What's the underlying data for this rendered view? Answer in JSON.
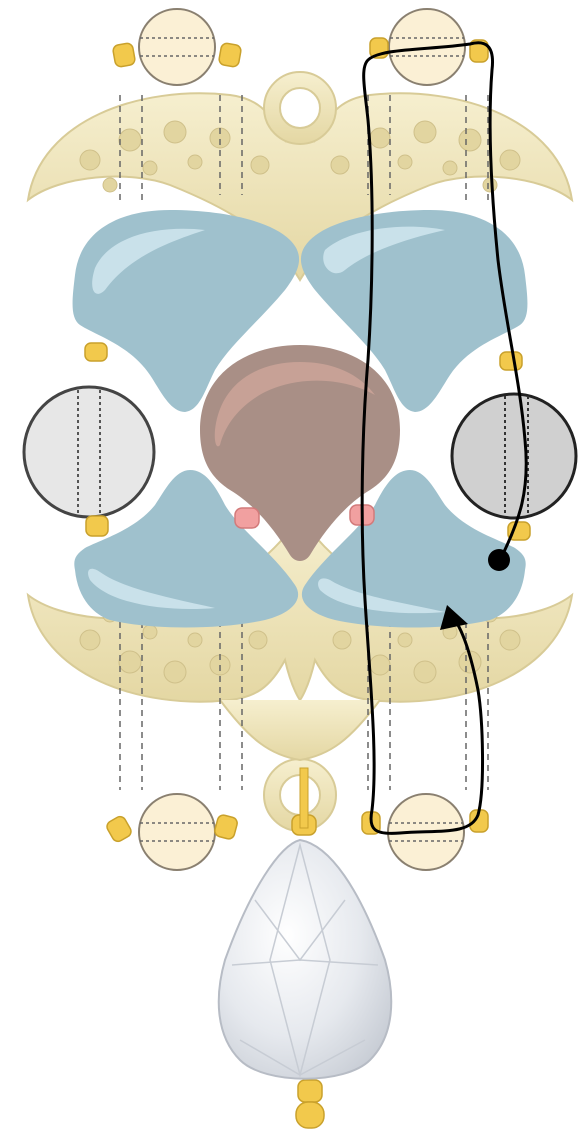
{
  "diagram": {
    "type": "beading-thread-path",
    "colors": {
      "metal_connector": "#efe6bd",
      "metal_shade": "#d6c88d",
      "ginko_blue": "#9fc1cd",
      "ginko_blue_highlight": "#c9e1ea",
      "ginko_center": "#a98f86",
      "ginko_center_highlight": "#c7a196",
      "seed_bead": "#f2c94c",
      "round_bead_light": "#e7e7e7",
      "round_bead_gray": "#d0d0d0",
      "cream_bead": "#fbf0d5",
      "pink_bead": "#f1a0a0",
      "crystal": "#e8ebf0",
      "thread": "#000000"
    },
    "components": [
      "top-crescent-connector",
      "bottom-crescent-connector",
      "ginko-bead-top-left",
      "ginko-bead-top-right",
      "ginko-bead-bottom-left",
      "ginko-bead-bottom-right",
      "ginko-bead-center",
      "round-bead-left",
      "round-bead-right",
      "cream-bead-top-left",
      "cream-bead-top-right",
      "cream-bead-bottom-left",
      "cream-bead-bottom-right",
      "crystal-teardrop-drop"
    ],
    "thread": {
      "start_icon": "black-dot-start-icon",
      "end_icon": "arrowhead-icon"
    }
  }
}
